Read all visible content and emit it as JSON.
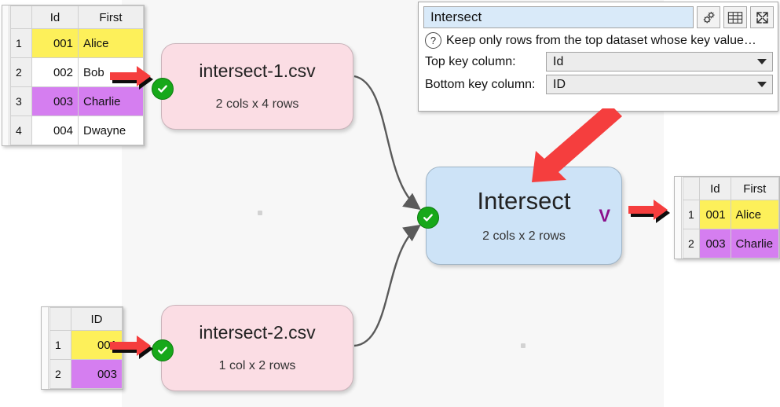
{
  "panel": {
    "title_value": "Intersect",
    "description": "Keep only rows from the top dataset whose key value…",
    "help_icon": "?",
    "buttons": [
      {
        "name": "settings-gears-icon",
        "label": ""
      },
      {
        "name": "table-view-icon",
        "label": ""
      },
      {
        "name": "expand-fullscreen-icon",
        "label": ""
      }
    ],
    "fields": [
      {
        "label": "Top key column:",
        "value": "Id"
      },
      {
        "label": "Bottom key column:",
        "value": "ID"
      }
    ]
  },
  "nodes": {
    "source1": {
      "title": "intersect-1.csv",
      "subtitle": "2 cols x 4 rows",
      "status": "ok"
    },
    "source2": {
      "title": "intersect-2.csv",
      "subtitle": "1 col x 2 rows",
      "status": "ok"
    },
    "operation": {
      "title": "Intersect",
      "subtitle": "2 cols x 2 rows",
      "status": "ok",
      "marker": "V"
    }
  },
  "tables": {
    "input_top": {
      "columns": [
        "Id",
        "First"
      ],
      "rows": [
        {
          "n": "1",
          "cells": [
            "001",
            "Alice"
          ],
          "highlight": "yellow"
        },
        {
          "n": "2",
          "cells": [
            "002",
            "Bob"
          ],
          "highlight": "none"
        },
        {
          "n": "3",
          "cells": [
            "003",
            "Charlie"
          ],
          "highlight": "purple"
        },
        {
          "n": "4",
          "cells": [
            "004",
            "Dwayne"
          ],
          "highlight": "none"
        }
      ]
    },
    "input_bottom": {
      "columns": [
        "ID"
      ],
      "rows": [
        {
          "n": "1",
          "cells": [
            "001"
          ],
          "highlight": "yellow"
        },
        {
          "n": "2",
          "cells": [
            "003"
          ],
          "highlight": "purple"
        }
      ]
    },
    "output": {
      "columns": [
        "Id",
        "First"
      ],
      "rows": [
        {
          "n": "1",
          "cells": [
            "001",
            "Alice"
          ],
          "highlight": "yellow"
        },
        {
          "n": "2",
          "cells": [
            "003",
            "Charlie"
          ],
          "highlight": "purple"
        }
      ]
    }
  },
  "colors": {
    "source_node": "#fbdde4",
    "operation_node": "#cde3f7",
    "status_ok": "#17a81a",
    "annotation_arrow": "#f53e3e",
    "highlight_yellow": "#fdf05a",
    "highlight_purple": "#d57ef0",
    "canvas": "#f7f7f7"
  }
}
